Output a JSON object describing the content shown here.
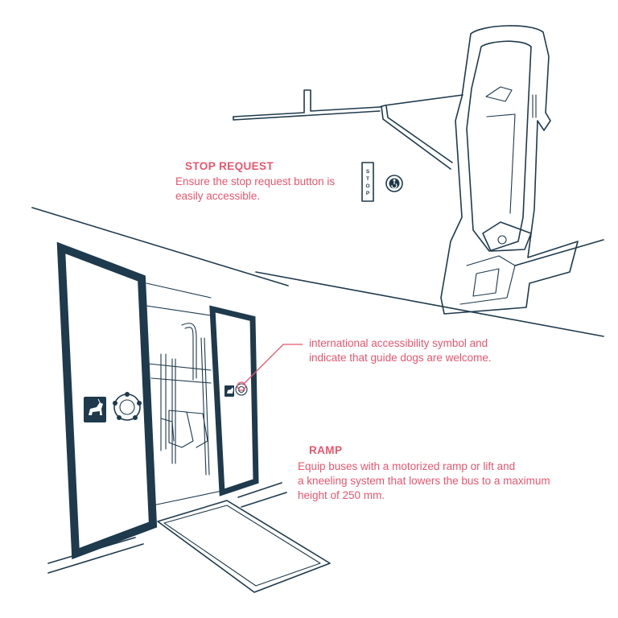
{
  "accent_color": "#e8566d",
  "ink_color": "#1e3a4c",
  "stop_request": {
    "heading": "STOP REQUEST",
    "lines": [
      "Ensure the stop request button is",
      "easily accessible."
    ],
    "button_text": "STOP"
  },
  "accessibility_callout": {
    "lines": [
      "international accessibility symbol and",
      "indicate that guide dogs are welcome."
    ]
  },
  "ramp": {
    "heading": "RAMP",
    "lines": [
      "Equip buses with a motorized ramp or lift and",
      "a kneeling system that lowers the bus to a maximum",
      "height of 250 mm."
    ]
  },
  "icons": [
    "guide-dog-icon",
    "accessibility-icon",
    "wheelchair-icon"
  ]
}
